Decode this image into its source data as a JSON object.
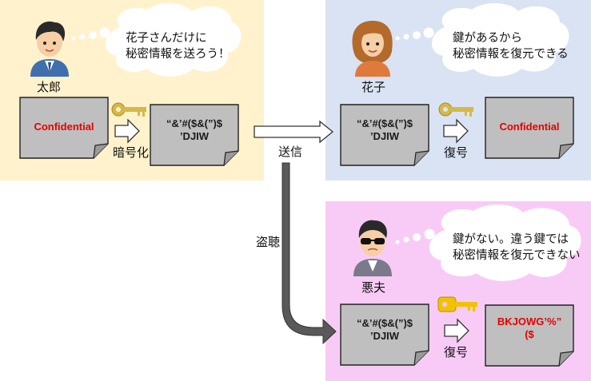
{
  "taro": {
    "name": "太郎",
    "thought_line1": "花子さんだけに",
    "thought_line2": "秘密情報を送ろう！",
    "plaintext_doc": "Confidential",
    "encrypt_label": "暗号化",
    "ciphertext_line1": "“&’#($&(”)$",
    "ciphertext_line2": "’DJIW"
  },
  "transfer": {
    "send_label": "送信",
    "eavesdrop_label": "盗聴"
  },
  "hanako": {
    "name": "花子",
    "thought_line1": "鍵があるから",
    "thought_line2": "秘密情報を復元できる",
    "ciphertext_line1": "“&’#($&(”)$",
    "ciphertext_line2": "’DJIW",
    "decrypt_label": "復号",
    "result_doc": "Confidential"
  },
  "eve": {
    "name": "悪夫",
    "thought_line1": "鍵がない。違う鍵では",
    "thought_line2": "秘密情報を復元できない",
    "ciphertext_line1": "“&’#($&(”)$",
    "ciphertext_line2": "’DJIW",
    "decrypt_label": "復号",
    "result_line1": "BKJOWG’%”",
    "result_line2": "($"
  },
  "colors": {
    "taro_bg": "#fff2cc",
    "hanako_bg": "#dae3f3",
    "eve_bg": "#f8cbf6",
    "doc_fill": "#bfbfbf",
    "key_gold": "#d4b94a",
    "key_wrong": "#f2c200",
    "secret_text": "#e60000"
  }
}
